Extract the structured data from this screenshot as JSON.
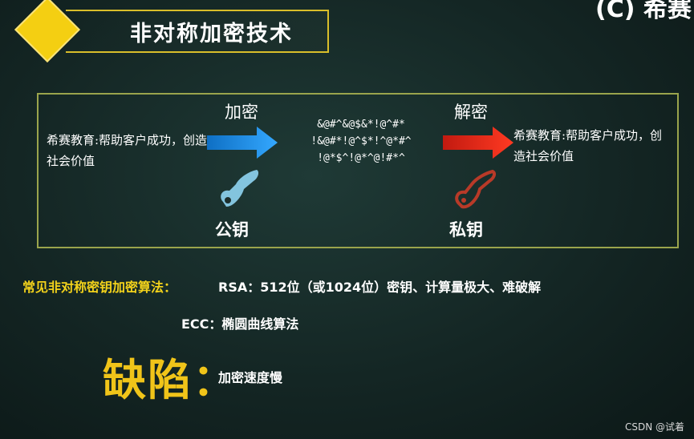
{
  "header": {
    "title": "非对称加密技术",
    "corner_text": "(C) 希赛"
  },
  "diagram": {
    "encrypt_label": "加密",
    "decrypt_label": "解密",
    "plaintext_left": "希赛教育:帮助客户成功，创造社会价值",
    "plaintext_right": "希赛教育:帮助客户成功，创造社会价值",
    "ciphertext_lines": [
      "&@#^&@$&*!@^#*",
      "!&@#*!@^$*!^@*#^",
      "!@*$^!@*^@!#*^"
    ],
    "public_key_label": "公钥",
    "private_key_label": "私钥",
    "colors": {
      "encrypt_arrow": "#1e90e8",
      "decrypt_arrow": "#e8321e",
      "box_border": "#9aa44c"
    },
    "icons": {
      "encrypt_arrow": "arrow-right-icon",
      "decrypt_arrow": "arrow-right-icon",
      "public_key": "key-icon",
      "private_key": "key-icon"
    }
  },
  "notes": {
    "common_label": "常见非对称密钥加密算法：",
    "rsa_text": "RSA：512位（或1024位）密钥、计算量极大、难破解",
    "ecc_text": "ECC：椭圆曲线算法",
    "defect_label": "缺陷：",
    "defect_text": "加密速度慢"
  },
  "watermark": "CSDN @试着"
}
